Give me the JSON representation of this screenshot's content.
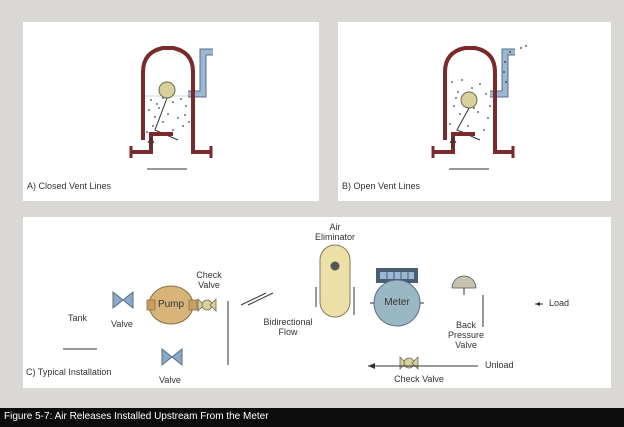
{
  "panel_a": {
    "caption": "A) Closed Vent Lines"
  },
  "panel_b": {
    "caption": "B) Open Vent Lines"
  },
  "panel_c": {
    "caption": "C) Typical Installation",
    "labels": {
      "tank": "Tank",
      "valve_top": "Valve",
      "valve_bottom": "Valve",
      "pump": "Pump",
      "check_valve_top": "Check Valve",
      "air_eliminator": "Air Eliminator",
      "bidirectional_flow": "Bidirectional Flow",
      "meter": "Meter",
      "back_pressure_valve": "Back Pressure Valve",
      "load": "Load",
      "unload": "Unload",
      "check_valve_bottom": "Check Valve"
    }
  },
  "figure_caption": "Figure 5-7: Air Releases Installed Upstream From the Meter",
  "colors": {
    "pipe": "#7a2a2a",
    "float": "#d8d19a",
    "vent_pipe": "#9ab8d4",
    "pump": "#d9b47a",
    "meter": "#9ab8c4",
    "eliminator": "#ecdfa8"
  }
}
